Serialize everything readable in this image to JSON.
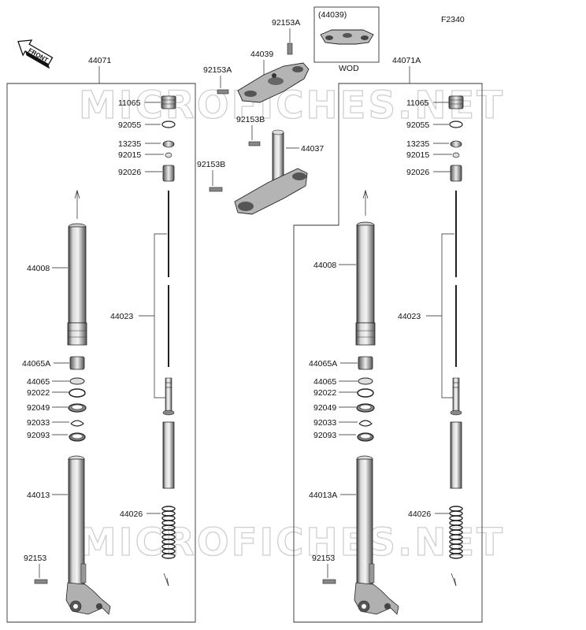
{
  "figure_code": "F2340",
  "front_label": "FRONT",
  "watermark": "MICROFICHES.NET",
  "inset": {
    "part": "(44039)",
    "caption": "WOD"
  },
  "assembly_left": "44071",
  "assembly_right": "44071A",
  "labels": {
    "p92153A": "92153A",
    "p44039": "44039",
    "p92153A_b": "92153A",
    "p92153B": "92153B",
    "p44037": "44037",
    "p92153B_b": "92153B",
    "L11065": "11065",
    "L92055": "92055",
    "L13235": "13235",
    "L92015": "92015",
    "L92026": "92026",
    "L44008": "44008",
    "L44023": "44023",
    "L44065A": "44065A",
    "L44065": "44065",
    "L92022": "92022",
    "L92049": "92049",
    "L92033": "92033",
    "L92093": "92093",
    "L44013": "44013",
    "L44026": "44026",
    "L92153": "92153",
    "R11065": "11065",
    "R92055": "92055",
    "R13235": "13235",
    "R92015": "92015",
    "R92026": "92026",
    "R44008": "44008",
    "R44023": "44023",
    "R44065A": "44065A",
    "R44065": "44065",
    "R92022": "92022",
    "R92049": "92049",
    "R92033": "92033",
    "R92093": "92093",
    "R44013A": "44013A",
    "R44026": "44026",
    "R92153": "92153"
  }
}
